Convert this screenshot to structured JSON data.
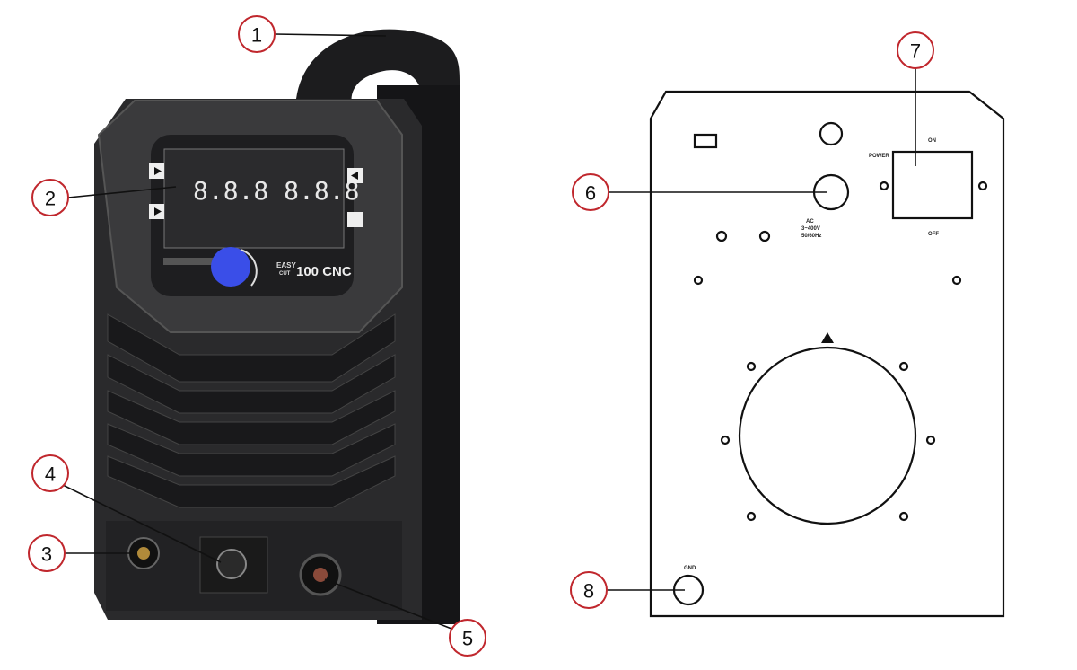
{
  "title": "Plasma cutter front and rear panel components",
  "front": {
    "brand_line1": "EASY",
    "brand_line2": "CUT",
    "model": "100 CNC",
    "display": "8.8.8 8.8.8"
  },
  "rear": {
    "power_label": "POWER",
    "on_label": "ON",
    "off_label": "OFF",
    "input_line1": "AC",
    "input_line2": "3~400V",
    "input_line3": "50/60Hz",
    "ground_label": "GND"
  },
  "callouts": [
    "1",
    "2",
    "3",
    "4",
    "5",
    "6",
    "7",
    "8"
  ],
  "colors": {
    "callout_ring": "#c0272d",
    "knob": "#3a4ee8",
    "body": "#2a2a2c"
  }
}
